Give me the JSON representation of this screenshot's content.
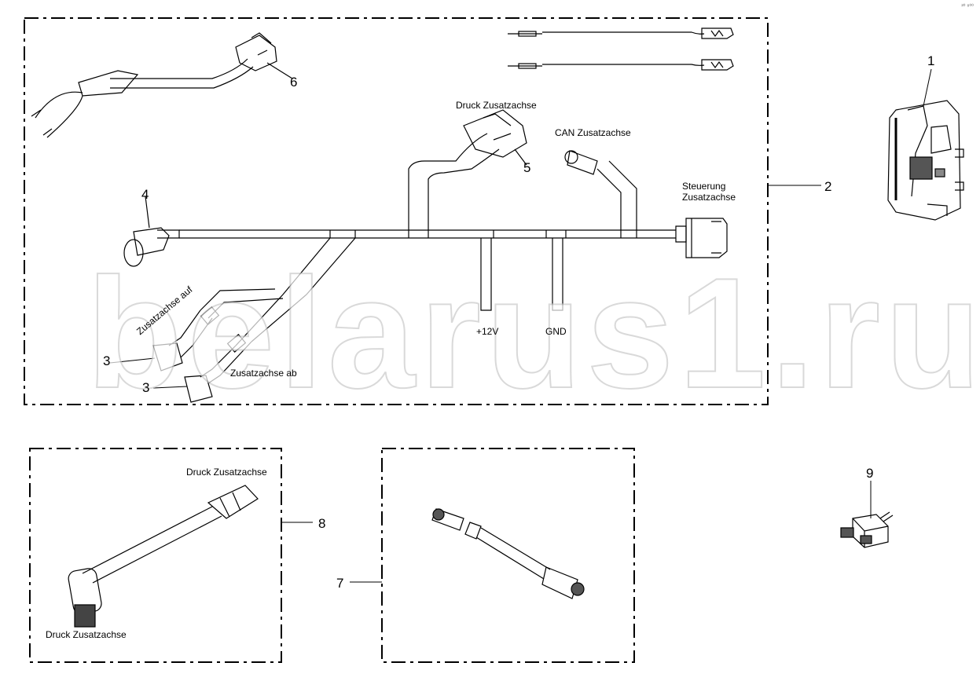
{
  "watermark": "belarus1.ru",
  "corner_mark": "²⁰ ⁸⁰⁰",
  "labels": {
    "druck_top": "Druck Zusatzachse",
    "can": "CAN Zusatzachse",
    "steuerung_line1": "Steuerung",
    "steuerung_line2": "Zusatzachse",
    "plus12v": "+12V",
    "gnd": "GND",
    "auf": "Zusatzachse auf",
    "ab": "Zusatzachse ab",
    "druck_box8_top": "Druck Zusatzachse",
    "druck_box8_bottom": "Druck Zusatzachse"
  },
  "callouts": {
    "n1": "1",
    "n2": "2",
    "n3a": "3",
    "n3b": "3",
    "n4": "4",
    "n5": "5",
    "n6": "6",
    "n7": "7",
    "n8": "8",
    "n9": "9"
  }
}
